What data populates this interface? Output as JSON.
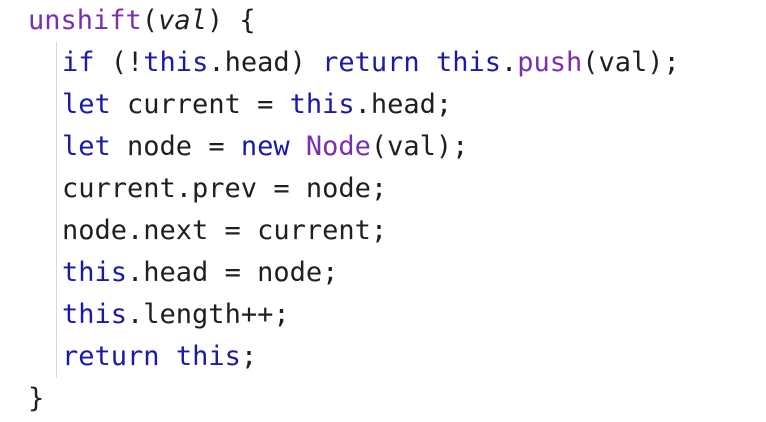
{
  "editor": {
    "colors": {
      "background": "#ffffff",
      "keyword": "#1a1aa6",
      "function": "#7a2fb0",
      "text": "#1f1f1f",
      "indent_guide": "#d9d9d9"
    },
    "lines": [
      [
        {
          "t": "fn",
          "v": "unshift"
        },
        {
          "t": "plain",
          "v": "("
        },
        {
          "t": "param",
          "v": "val"
        },
        {
          "t": "plain",
          "v": ") {"
        }
      ],
      [
        {
          "t": "kw",
          "v": "if"
        },
        {
          "t": "plain",
          "v": " (!"
        },
        {
          "t": "kw",
          "v": "this"
        },
        {
          "t": "plain",
          "v": ".head) "
        },
        {
          "t": "kw",
          "v": "return"
        },
        {
          "t": "plain",
          "v": " "
        },
        {
          "t": "kw",
          "v": "this"
        },
        {
          "t": "plain",
          "v": "."
        },
        {
          "t": "fn",
          "v": "push"
        },
        {
          "t": "plain",
          "v": "(val);"
        }
      ],
      [
        {
          "t": "kw",
          "v": "let"
        },
        {
          "t": "plain",
          "v": " current = "
        },
        {
          "t": "kw",
          "v": "this"
        },
        {
          "t": "plain",
          "v": ".head;"
        }
      ],
      [
        {
          "t": "kw",
          "v": "let"
        },
        {
          "t": "plain",
          "v": " node = "
        },
        {
          "t": "kw",
          "v": "new"
        },
        {
          "t": "plain",
          "v": " "
        },
        {
          "t": "fn",
          "v": "Node"
        },
        {
          "t": "plain",
          "v": "(val);"
        }
      ],
      [
        {
          "t": "plain",
          "v": "current.prev = node;"
        }
      ],
      [
        {
          "t": "plain",
          "v": "node.next = current;"
        }
      ],
      [
        {
          "t": "kw",
          "v": "this"
        },
        {
          "t": "plain",
          "v": ".head = node;"
        }
      ],
      [
        {
          "t": "kw",
          "v": "this"
        },
        {
          "t": "plain",
          "v": ".length++;"
        }
      ],
      [
        {
          "t": "kw",
          "v": "return"
        },
        {
          "t": "plain",
          "v": " "
        },
        {
          "t": "kw",
          "v": "this"
        },
        {
          "t": "plain",
          "v": ";"
        }
      ],
      [
        {
          "t": "plain",
          "v": "}"
        }
      ]
    ]
  }
}
